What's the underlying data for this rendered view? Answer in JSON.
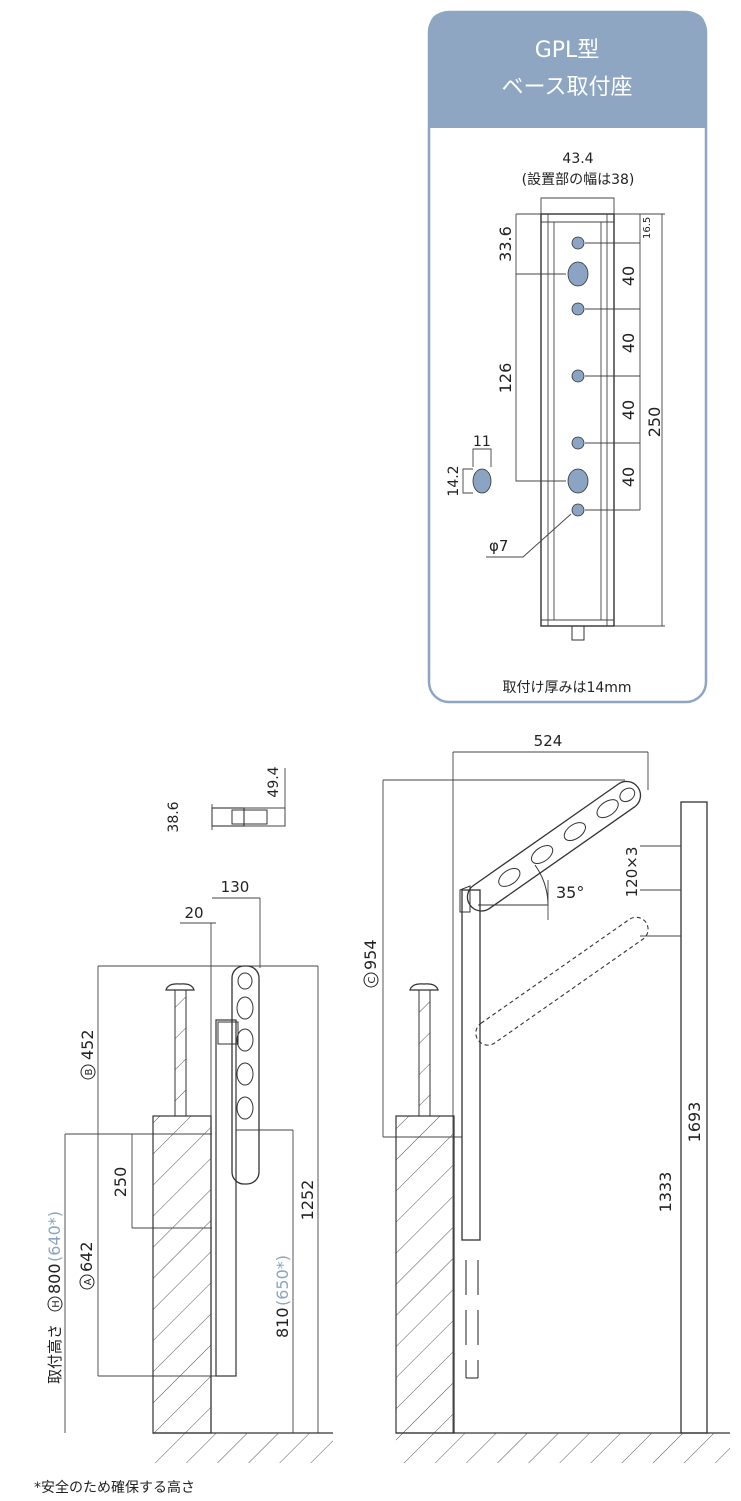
{
  "base_panel": {
    "title_line1": "GPL型",
    "title_line2": "ベース取付座",
    "width_dim": "43.4",
    "width_note": "(設置部の幅は38)",
    "dim_top_small": "16.5",
    "dim_33_6": "33.6",
    "dim_40_a": "40",
    "dim_40_b": "40",
    "dim_40_c": "40",
    "dim_40_d": "40",
    "dim_126": "126",
    "dim_250": "250",
    "dim_11": "11",
    "dim_14_2": "14.2",
    "dim_phi7": "φ7",
    "thickness_note": "取付け厚みは14mm",
    "colors": {
      "header": "#8ea6c2",
      "border": "#8ea6c2",
      "hole": "#8ba4c4"
    }
  },
  "front_view": {
    "dim_38_6": "38.6",
    "dim_49_4": "49.4",
    "dim_130": "130",
    "dim_20": "20",
    "dim_B452_letter": "B",
    "dim_B452_value": "452",
    "dim_250": "250",
    "dim_mount_label": "取付高さ",
    "dim_H_letter": "H",
    "dim_H_value": "800",
    "dim_H_note": "(640*)",
    "dim_A_letter": "A",
    "dim_A_value": "642",
    "dim_810": "810",
    "dim_810_note": "(650*)",
    "dim_1252": "1252"
  },
  "side_view": {
    "dim_524": "524",
    "dim_C_letter": "C",
    "dim_C_value": "954",
    "dim_35": "35°",
    "dim_120x3": "120×3",
    "dim_1693": "1693",
    "dim_1333": "1333"
  },
  "footnote": "*安全のため確保する高さ"
}
